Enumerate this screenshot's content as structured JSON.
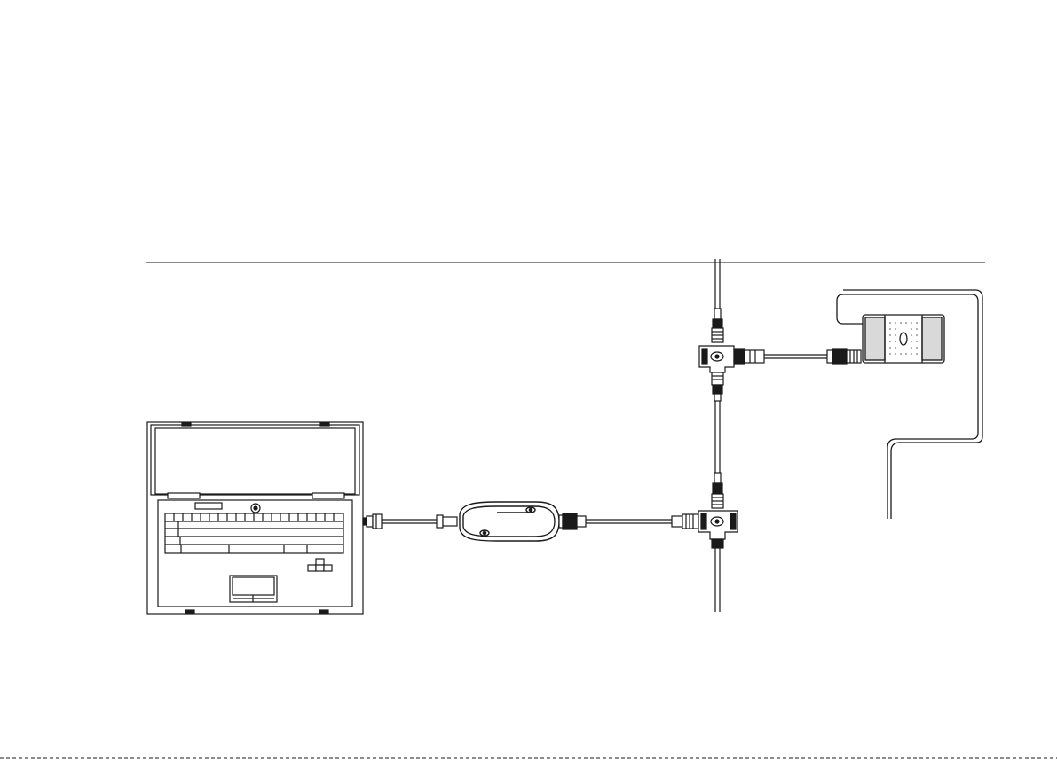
{
  "diagram": {
    "type": "connection-diagram",
    "components": [
      {
        "id": "laptop",
        "icon": "laptop-icon"
      },
      {
        "id": "usb-interface",
        "icon": "usb-gateway-icon"
      },
      {
        "id": "lower-tee",
        "icon": "tee-connector-icon"
      },
      {
        "id": "upper-tee",
        "icon": "tee-connector-icon"
      },
      {
        "id": "device",
        "icon": "device-module-icon"
      },
      {
        "id": "backbone",
        "icon": "network-backbone-cable"
      }
    ],
    "links": [
      {
        "from": "laptop",
        "to": "usb-interface"
      },
      {
        "from": "usb-interface",
        "to": "lower-tee"
      },
      {
        "from": "upper-tee",
        "to": "device"
      },
      {
        "from": "lower-tee",
        "to": "upper-tee"
      }
    ],
    "colors": {
      "line": "#1a1a1a",
      "background": "#ffffff",
      "shade": "#d9d9d9"
    }
  }
}
